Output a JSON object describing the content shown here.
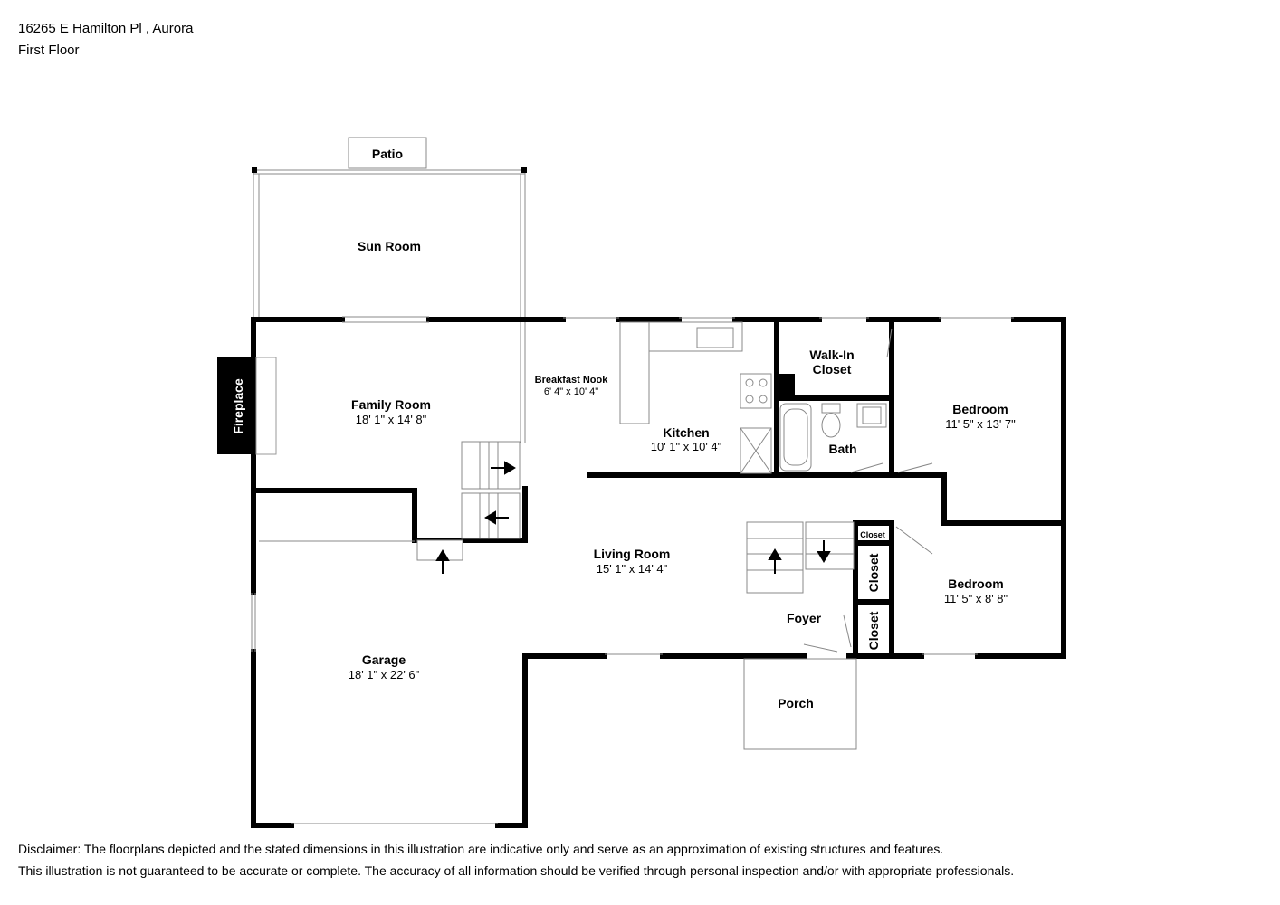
{
  "header": {
    "address": "16265 E Hamilton Pl , Aurora",
    "floor": "First Floor"
  },
  "rooms": {
    "patio": {
      "name": "Patio"
    },
    "sun_room": {
      "name": "Sun Room"
    },
    "family_room": {
      "name": "Family Room",
      "dims": "18' 1\" x 14' 8\""
    },
    "fireplace": {
      "name": "Fireplace"
    },
    "breakfast_nook": {
      "name": "Breakfast Nook",
      "dims": "6' 4\" x 10' 4\""
    },
    "kitchen": {
      "name": "Kitchen",
      "dims": "10' 1\" x 10' 4\""
    },
    "walk_in_closet": {
      "name_line1": "Walk-In",
      "name_line2": "Closet"
    },
    "bath": {
      "name": "Bath"
    },
    "bedroom_1": {
      "name": "Bedroom",
      "dims": "11' 5\" x 13' 7\""
    },
    "bedroom_2": {
      "name": "Bedroom",
      "dims": "11' 5\" x 8' 8\""
    },
    "living_room": {
      "name": "Living Room",
      "dims": "15' 1\" x 14' 4\""
    },
    "garage": {
      "name": "Garage",
      "dims": "18' 1\" x 22' 6\""
    },
    "foyer": {
      "name": "Foyer"
    },
    "porch": {
      "name": "Porch"
    },
    "closet_small": {
      "name": "Closet"
    },
    "closet_mid": {
      "name": "Closet"
    },
    "closet_low": {
      "name": "Closet"
    }
  },
  "disclaimer": {
    "line1": "Disclaimer: The floorplans depicted and the stated dimensions in this illustration are indicative only and serve as an approximation of existing structures and features.",
    "line2": "This illustration is not guaranteed to be accurate or complete. The accuracy of all information should be verified through personal inspection and/or with appropriate professionals."
  }
}
